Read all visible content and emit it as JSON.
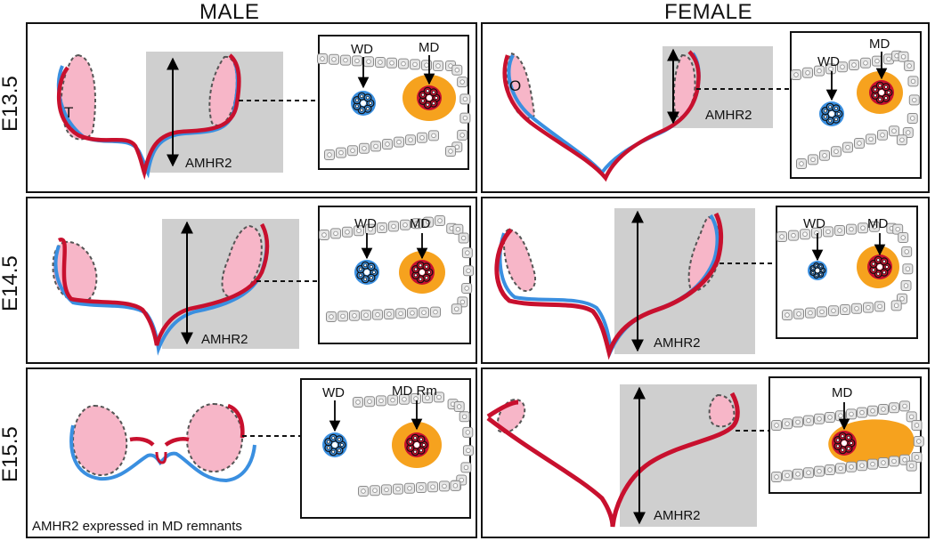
{
  "columns": [
    "MALE",
    "FEMALE"
  ],
  "rows": [
    "E13.5",
    "E14.5",
    "E15.5"
  ],
  "labels": {
    "wd": "WD",
    "md": "MD",
    "md_remnant": "MD Rm",
    "receptor": "AMHR2",
    "testis": "T",
    "ovary": "O",
    "footnote": "AMHR2 expressed in MD  remnants"
  },
  "colors": {
    "wolffian_duct": "#3a8fe0",
    "mullerian_duct": "#c8102e",
    "gonad": "#f7b6c8",
    "mesenchyme": "#f6a21e",
    "amhr2_region": "#cfcfcf",
    "epithelium": "#e6e6e6"
  },
  "icons": [
    "double-arrow-icon",
    "down-arrow-icon",
    "dashed-connector-icon"
  ]
}
